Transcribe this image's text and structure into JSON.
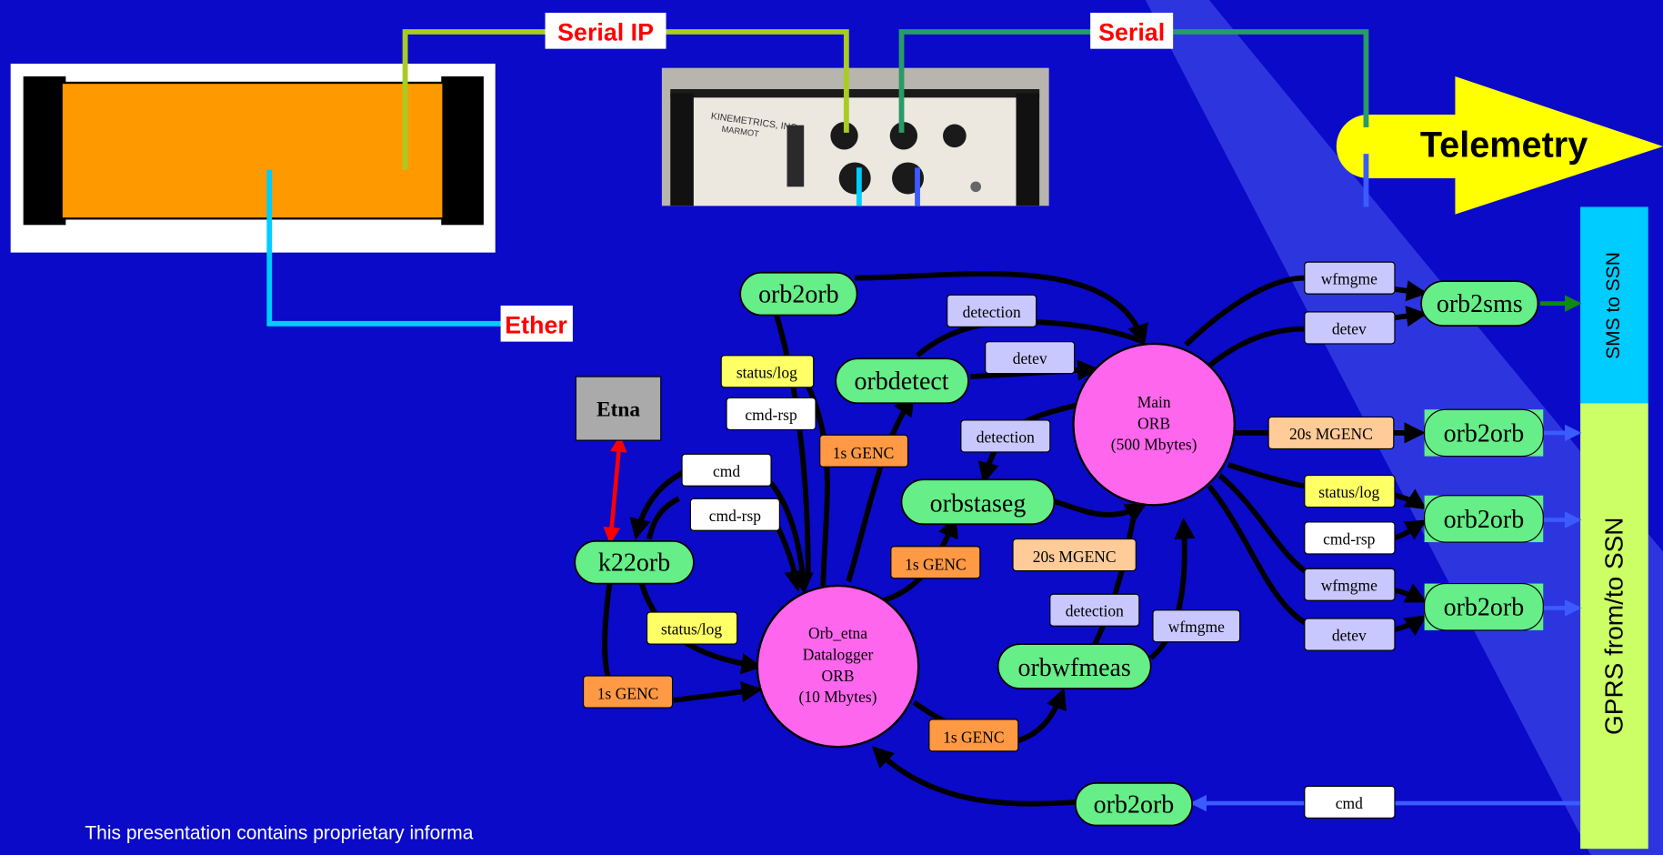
{
  "top_labels": {
    "serial_ip": "Serial IP",
    "serial": "Serial",
    "ether": "Ether",
    "telemetry": "Telemetry"
  },
  "side_bands": {
    "sms": "SMS to SSN",
    "gprs": "GPRS from/to SSN"
  },
  "nodes": {
    "orb2orb_top": "orb2orb",
    "orbdetect": "orbdetect",
    "orbstaseg": "orbstaseg",
    "orbwfmeas": "orbwfmeas",
    "k22orb": "k22orb",
    "orb2orb_bottom": "orb2orb",
    "orb2sms": "orb2sms",
    "orb2orb_r1": "orb2orb",
    "orb2orb_r2": "orb2orb",
    "orb2orb_r3": "orb2orb",
    "etna": "Etna"
  },
  "orbs": {
    "main": [
      "Main",
      "ORB",
      "(500 Mbytes)"
    ],
    "datalogger": [
      "Orb_etna",
      "Datalogger",
      "ORB",
      "(10 Mbytes)"
    ]
  },
  "packets": {
    "status_log_top": "status/log",
    "cmd_rsp_top": "cmd-rsp",
    "detection_1": "detection",
    "detev_1": "detev",
    "detection_2": "detection",
    "genc_1s_a": "1s GENC",
    "cmd_left": "cmd",
    "cmd_rsp_left": "cmd-rsp",
    "status_log_left": "status/log",
    "genc_1s_left": "1s GENC",
    "genc_1s_mid": "1s GENC",
    "mgenc_20s_mid": "20s MGENC",
    "detection_3": "detection",
    "wfmgme_mid": "wfmgme",
    "genc_1s_bottom": "1s GENC",
    "wfmgme_r1": "wfmgme",
    "detev_r1": "detev",
    "mgenc_20s_r": "20s MGENC",
    "status_log_r": "status/log",
    "cmd_rsp_r": "cmd-rsp",
    "wfmgme_r2": "wfmgme",
    "detev_r2": "detev",
    "cmd_bottom": "cmd"
  },
  "device_labels": {
    "marmot_brand": "KINEMETRICS, INC.",
    "marmot_model": "MARMOT"
  },
  "footer": "This presentation contains proprietary informa",
  "colors": {
    "background": "#0a0ac8",
    "green_node": "#66ee88",
    "magenta_orb": "#ff66ee",
    "packet_white": "#ffffff",
    "packet_lavender": "#c8c8ff",
    "packet_yellow": "#ffff66",
    "packet_orange": "#ff9944",
    "packet_peach": "#ffcc99",
    "telemetry_yellow": "#ffff00",
    "sms_band": "#00ccff",
    "gprs_band": "#ccff66",
    "etna_box": "#aaaaaa",
    "red_label": "#ff0000"
  }
}
